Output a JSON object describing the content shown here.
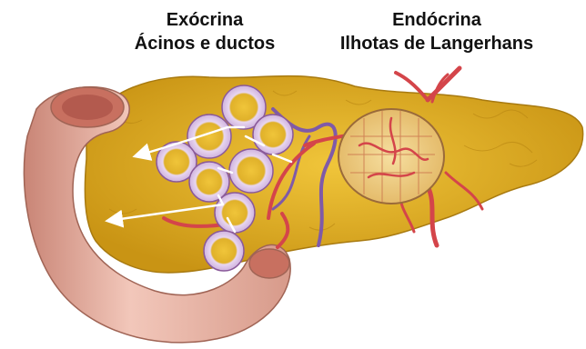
{
  "labels": {
    "exocrine_title": "Exócrina",
    "exocrine_subtitle": "Ácinos e ductos",
    "endocrine_title": "Endócrina",
    "endocrine_subtitle": "Ilhotas de Langerhans"
  },
  "colors": {
    "pancreas": "#e0b12a",
    "pancreas_dark": "#c48e14",
    "duodenum": "#e8b4a6",
    "duodenum_dark": "#b8776a",
    "acinus": "#dcc8e6",
    "acinus_dark": "#8a5a9a",
    "islet": "#f0d68a",
    "artery": "#d4454a",
    "vein": "#7f5aa8",
    "duct": "#ffffff"
  }
}
